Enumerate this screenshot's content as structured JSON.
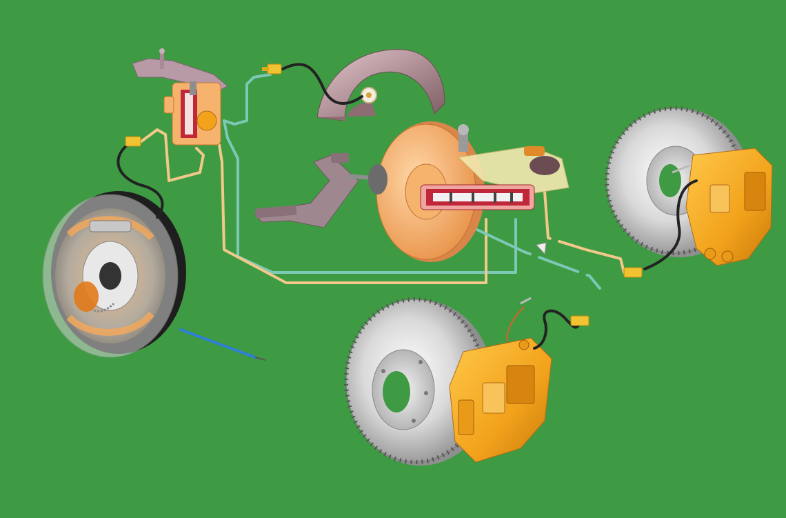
{
  "diagram": {
    "background": "#3f9b43",
    "colors": {
      "line_teal": "#7ec8b8",
      "line_tan": "#f2c98a",
      "hose_black": "#222222",
      "caliper_orange": "#f2a21b",
      "caliper_shadow": "#c97a0a",
      "disc_light": "#e6e6e6",
      "disc_dark": "#9a9a9a",
      "booster_orange": "#f6b36e",
      "reservoir": "#f3e8b0",
      "mauve": "#a8868c",
      "fitting_yellow": "#f1c232",
      "cable_blue": "#2f7fd6",
      "cutaway_red": "#c0283a"
    },
    "components": [
      {
        "id": "rear-drum-brake",
        "icon": "drum-brake-icon"
      },
      {
        "id": "pressure-regulator-valve",
        "icon": "valve-icon"
      },
      {
        "id": "load-sensing-arm",
        "icon": "bracket-icon"
      },
      {
        "id": "rear-wheel-arch",
        "icon": "wheel-arch-icon"
      },
      {
        "id": "brake-pedal",
        "icon": "pedal-icon"
      },
      {
        "id": "brake-booster",
        "icon": "booster-icon"
      },
      {
        "id": "master-cylinder",
        "icon": "master-cylinder-icon"
      },
      {
        "id": "fluid-reservoir",
        "icon": "reservoir-icon"
      },
      {
        "id": "front-right-disc-brake",
        "icon": "disc-brake-icon"
      },
      {
        "id": "front-left-disc-brake",
        "icon": "disc-brake-icon"
      },
      {
        "id": "handbrake-cable",
        "icon": "cable-icon"
      }
    ]
  }
}
